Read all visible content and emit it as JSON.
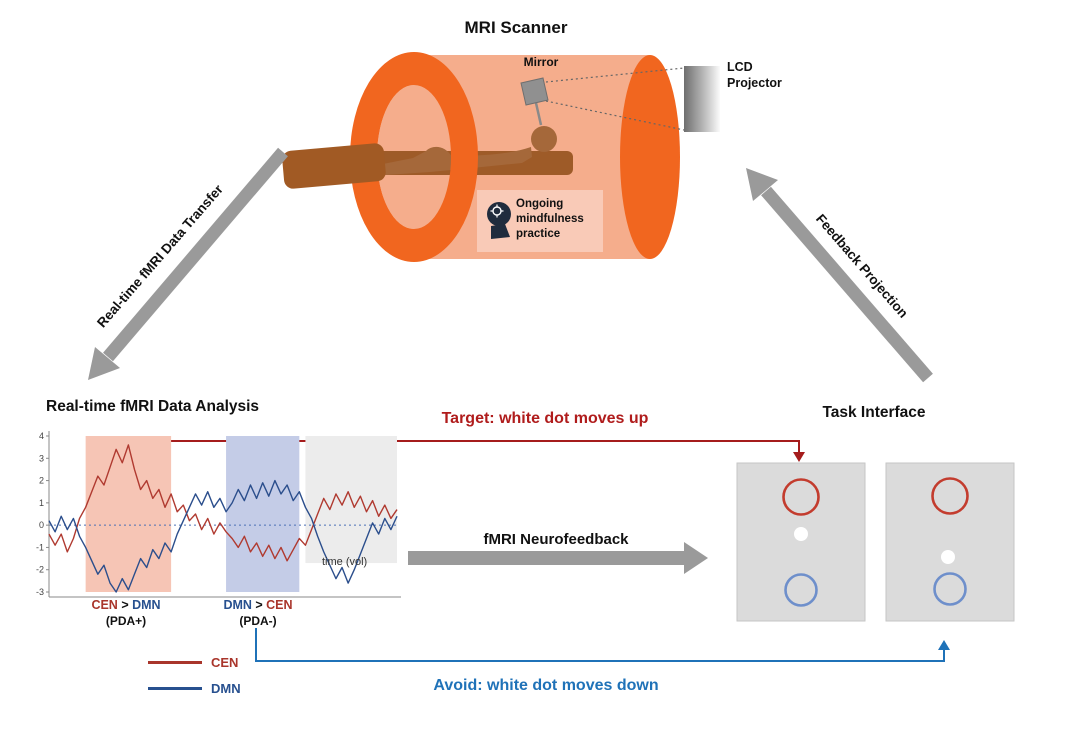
{
  "colors": {
    "scanner_orange": "#F1661F",
    "scanner_body_salmon": "#F5AD8C",
    "bed_brown": "#A15A24",
    "person_brown": "#A5683A",
    "mindfulness_box_bg": "#F9CAB7",
    "arrow_gray": "#9A9A9A",
    "target_red": "#B01C1C",
    "avoid_blue": "#1F72B8",
    "cen_red": "#A9352B",
    "dmn_blue": "#27508F",
    "task_panel_gray": "#DBDBDB",
    "task_circle_red": "#C33C2E",
    "task_circle_blue": "#6E8FCB",
    "white_dot": "#FFFFFF"
  },
  "scanner": {
    "title": "MRI Scanner",
    "mirror_label": "Mirror",
    "projector_label": "LCD\nProjector",
    "mindfulness_label": "Ongoing\nmindfulness\npractice"
  },
  "arrows": {
    "data_transfer_label": "Real-time fMRI Data Transfer",
    "feedback_label": "Feedback Projection",
    "neurofeedback_label": "fMRI Neurofeedback"
  },
  "connectors": {
    "target_label": "Target: white dot moves up",
    "avoid_label": "Avoid: white dot moves down"
  },
  "analysis": {
    "title": "Real-time fMRI Data Analysis",
    "region1_label": {
      "left": "CEN",
      "op": " > ",
      "right": "DMN"
    },
    "region1_sub": "(PDA+)",
    "region2_label": {
      "left": "DMN",
      "op": " > ",
      "right": "CEN"
    },
    "region2_sub": "(PDA-)",
    "legend": [
      {
        "label": "CEN",
        "color": "#A9352B"
      },
      {
        "label": "DMN",
        "color": "#27508F"
      }
    ]
  },
  "task_interface": {
    "title": "Task Interface",
    "panels": [
      {
        "elements": [
          "red-circle",
          "white-dot-high",
          "blue-circle"
        ]
      },
      {
        "elements": [
          "red-circle",
          "white-dot-middle",
          "blue-circle"
        ]
      }
    ]
  },
  "chart_data": {
    "type": "line",
    "title": "",
    "xlabel": "time (vol)",
    "ylabel": "",
    "ylim": [
      -3,
      4
    ],
    "yticks": [
      4,
      3,
      2,
      1,
      0,
      -1,
      -2,
      -3
    ],
    "zero_line": true,
    "legend_position": "below-left",
    "x": [
      0,
      1,
      2,
      3,
      4,
      5,
      6,
      7,
      8,
      9,
      10,
      11,
      12,
      13,
      14,
      15,
      16,
      17,
      18,
      19,
      20,
      21,
      22,
      23,
      24,
      25,
      26,
      27,
      28,
      29,
      30,
      31,
      32,
      33,
      34,
      35,
      36,
      37,
      38,
      39,
      40,
      41,
      42,
      43,
      44,
      45,
      46,
      47,
      48,
      49,
      50,
      51,
      52,
      53,
      54,
      55,
      56,
      57
    ],
    "series": [
      {
        "name": "CEN",
        "color": "#B03A30",
        "values": [
          -0.4,
          -0.9,
          -0.4,
          -1.2,
          -0.6,
          0.3,
          0.8,
          1.5,
          2.2,
          1.8,
          2.6,
          3.4,
          2.8,
          3.6,
          2.5,
          1.6,
          2.0,
          1.2,
          1.6,
          0.8,
          1.4,
          0.6,
          0.9,
          0.2,
          0.5,
          -0.2,
          0.3,
          -0.4,
          0.1,
          -0.3,
          -0.6,
          -1.0,
          -0.5,
          -1.2,
          -0.8,
          -1.4,
          -0.9,
          -1.5,
          -1.0,
          -1.6,
          -1.1,
          -0.6,
          -0.9,
          -0.2,
          0.5,
          1.2,
          0.7,
          1.4,
          0.9,
          1.5,
          0.8,
          1.3,
          0.6,
          1.1,
          0.4,
          0.9,
          0.3,
          0.7
        ]
      },
      {
        "name": "DMN",
        "color": "#2B4E8C",
        "values": [
          0.2,
          -0.3,
          0.4,
          -0.2,
          0.3,
          -0.5,
          -1.0,
          -1.6,
          -2.2,
          -1.8,
          -2.6,
          -3.0,
          -2.4,
          -2.9,
          -2.2,
          -1.5,
          -1.9,
          -1.1,
          -1.5,
          -0.8,
          -1.2,
          -0.4,
          0.2,
          0.8,
          1.4,
          0.9,
          1.5,
          0.8,
          1.2,
          0.6,
          1.0,
          1.6,
          1.1,
          1.8,
          1.2,
          1.9,
          1.3,
          2.0,
          1.4,
          1.8,
          1.1,
          1.5,
          0.8,
          0.3,
          -0.5,
          -1.2,
          -1.8,
          -2.4,
          -1.9,
          -2.6,
          -2.0,
          -1.3,
          -0.6,
          0.1,
          -0.4,
          0.3,
          -0.2,
          0.4
        ]
      }
    ],
    "regions": [
      {
        "name": "CEN > DMN (PDA+)",
        "x_start": 6,
        "x_end": 20,
        "color": "#F6C5B5",
        "y_span": [
          4,
          -3
        ]
      },
      {
        "name": "DMN > CEN (PDA-)",
        "x_start": 29,
        "x_end": 41,
        "color": "#C4CCE7",
        "y_span": [
          4,
          -3
        ]
      },
      {
        "name": "",
        "x_start": 42,
        "x_end": 57,
        "color": "#ECECEC",
        "y_span": [
          4,
          -1.7
        ]
      }
    ]
  }
}
